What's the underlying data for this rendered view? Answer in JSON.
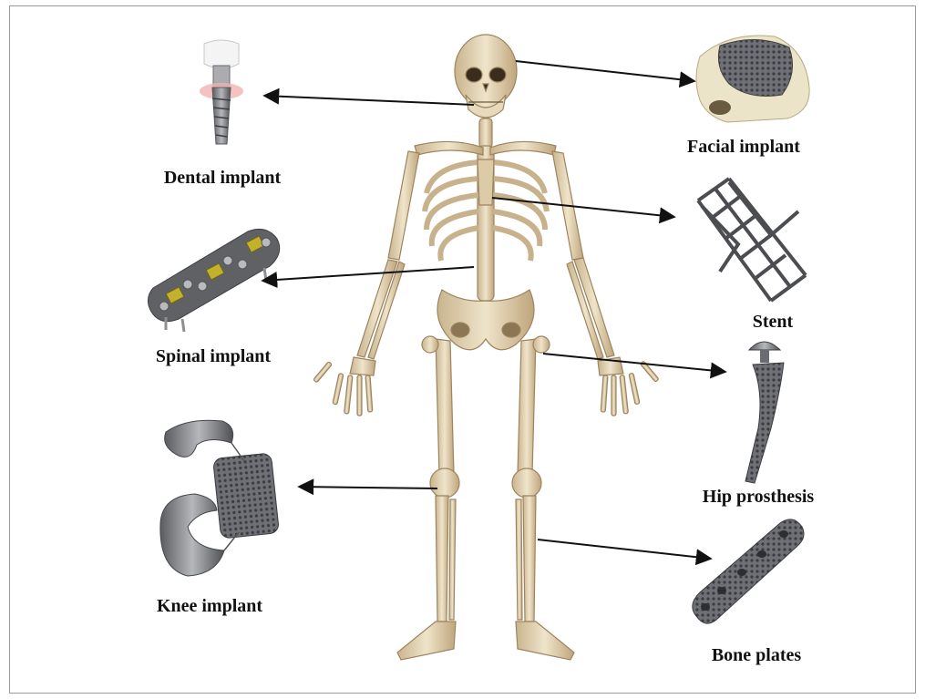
{
  "labels": {
    "dental": "Dental implant",
    "spinal": "Spinal implant",
    "knee": "Knee implant",
    "facial": "Facial implant",
    "stent": "Stent",
    "hip": "Hip prosthesis",
    "bone": "Bone plates"
  },
  "colors": {
    "bone": "#e9dcc0",
    "bone_shadow": "#b9a27c",
    "metal": "#8d8f93",
    "metal_dark": "#4b4d51",
    "screw_gold": "#c3b02b",
    "gum_pink": "#f2b3b3",
    "arrow": "#111111"
  }
}
